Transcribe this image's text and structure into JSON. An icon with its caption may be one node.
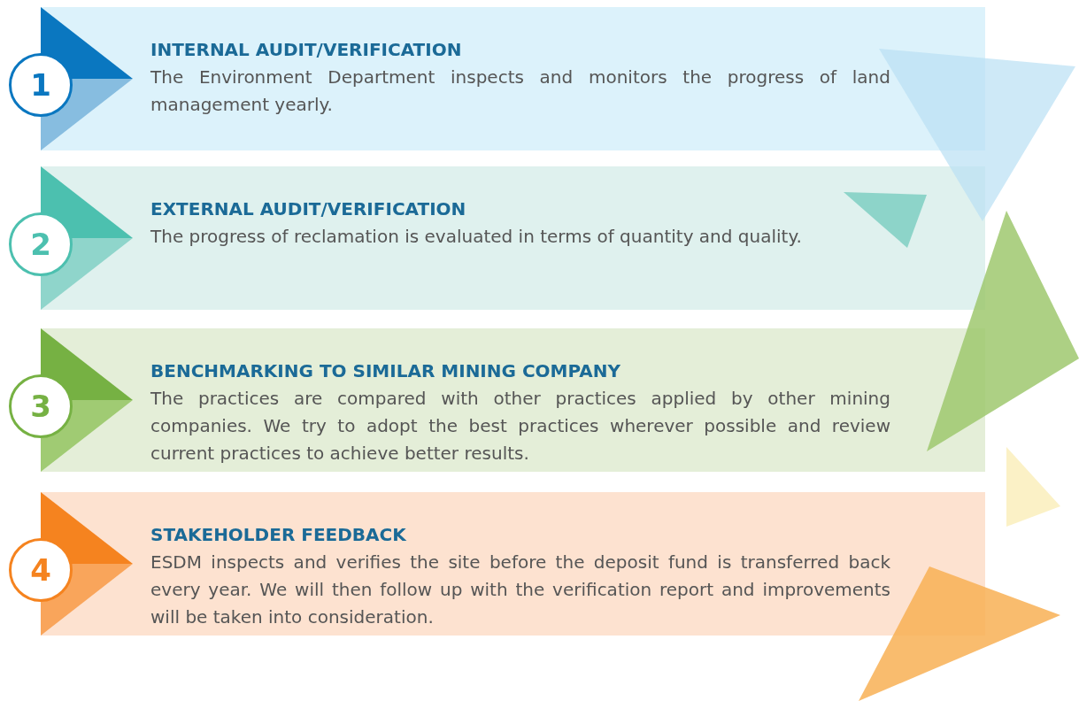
{
  "diagram": {
    "nodes": [
      {
        "text": [
          "1"
        ]
      },
      {
        "text": [
          "INTERNAL AUDIT/VERIFICATION",
          "The Environment Department inspects and monitors the progress of land management yearly."
        ]
      },
      {
        "text": [
          "2"
        ]
      },
      {
        "text": [
          "EXTERNAL AUDIT/VERIFICATION",
          "The progress of reclamation is evaluated in terms of quantity and quality."
        ]
      },
      {
        "text": [
          "3"
        ]
      },
      {
        "text": [
          "BENCHMARKING TO SIMILAR MINING COMPANY",
          "The practices are compared with other practices applied by other mining companies. We try to adopt the best practices wherever possible and review current practices to achieve better results."
        ]
      },
      {
        "text": [
          "4"
        ]
      },
      {
        "text": [
          "STAKEHOLDER FEEDBACK",
          "ESDM inspects and verifies the site before the deposit fund is transferred back every year. We will then follow up with the verification report and improvements will be taken into consideration."
        ]
      }
    ]
  }
}
